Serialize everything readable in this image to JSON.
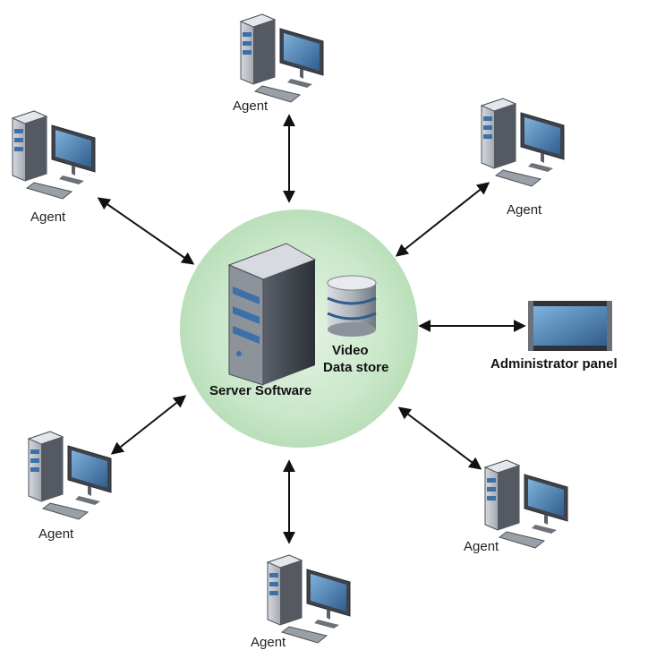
{
  "hub": {
    "server_label": "Server Software",
    "store_label_line1": "Video",
    "store_label_line2": "Data store"
  },
  "admin": {
    "label": "Administrator panel"
  },
  "agents": [
    {
      "label": "Agent"
    },
    {
      "label": "Agent"
    },
    {
      "label": "Agent"
    },
    {
      "label": "Agent"
    },
    {
      "label": "Agent"
    },
    {
      "label": "Agent"
    }
  ],
  "colors": {
    "hub_fill": "#c9e6c9",
    "arrow": "#111111",
    "server_dark": "#3f434b",
    "server_accent": "#3d6fa8",
    "monitor_screen": "#4a7fb0"
  },
  "icons": {
    "agent": "desktop-computer-icon",
    "server": "server-tower-icon",
    "store": "database-icon",
    "admin": "admin-panel-monitor-icon"
  }
}
